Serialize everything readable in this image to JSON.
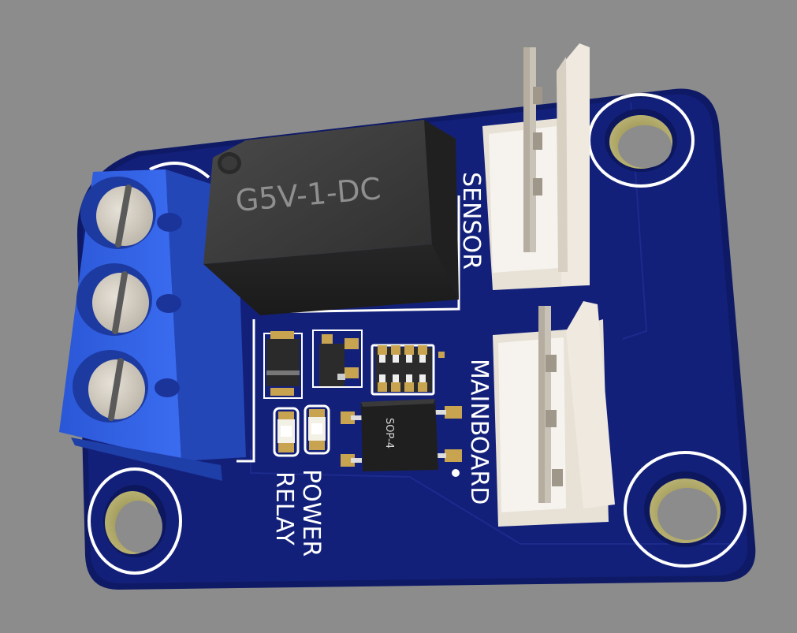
{
  "colors": {
    "background": "#8c8c8c",
    "pcb": "#13207a",
    "silkscreen": "#ffffff",
    "terminal_block": "#2f5fe0",
    "relay_body": "#3a3a3a",
    "connector_housing": "#f3efe8",
    "pad_gold": "#c8a450"
  },
  "components": {
    "relay_label": "G5V-1-DC",
    "ic_label": "SOP-4"
  },
  "silkscreen": {
    "sensor": "SENSOR",
    "mainboard": "MAINBOARD",
    "power": "POWER",
    "relay": "RELAY"
  },
  "icons": {
    "terminal": "screw-terminal-block-icon",
    "relay": "relay-icon",
    "connector": "jst-connector-icon",
    "mounting_hole": "mounting-hole-icon",
    "led": "smd-led-icon"
  }
}
